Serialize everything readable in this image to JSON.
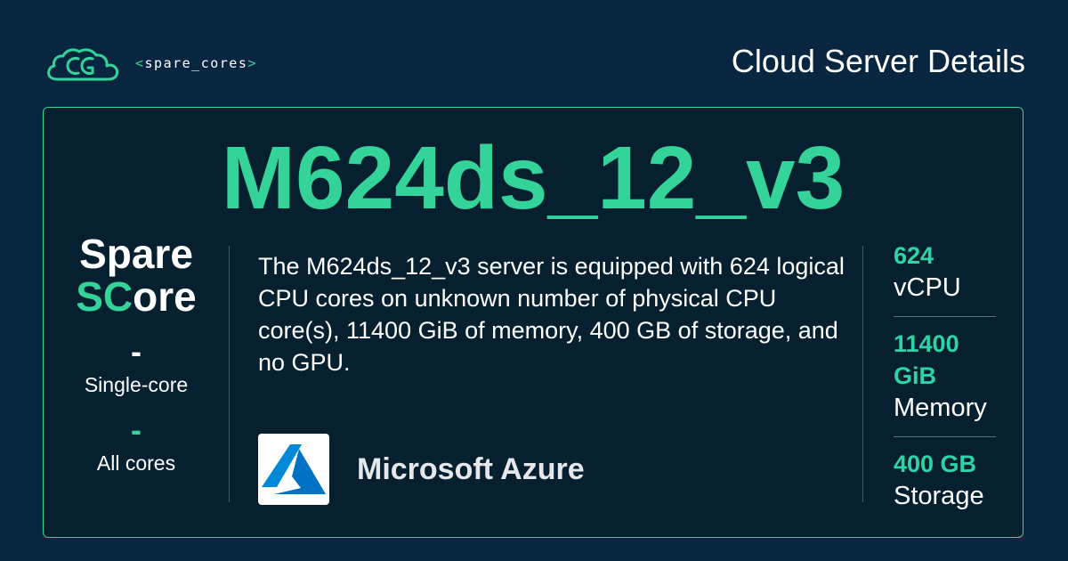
{
  "header": {
    "brand_prefix": "<",
    "brand_name": "spare_cores",
    "brand_suffix": ">",
    "page_label": "Cloud Server Details"
  },
  "server": {
    "name": "M624ds_12_v3",
    "description": "The M624ds_12_v3 server is equipped with 624 logical CPU cores on unknown number of physical CPU core(s), 11400 GiB of memory, 400 GB of storage, and no GPU."
  },
  "score": {
    "title_line1": "Spare",
    "title_line2_accent": "SC",
    "title_line2_rest": "ore",
    "single_core_value": "-",
    "single_core_label": "Single-core",
    "all_cores_value": "-",
    "all_cores_label": "All cores"
  },
  "provider": {
    "name": "Microsoft Azure",
    "logo_icon": "azure-logo-icon"
  },
  "specs": [
    {
      "value": "624",
      "label": "vCPU"
    },
    {
      "value": "11400 GiB",
      "label": "Memory"
    },
    {
      "value": "400 GB",
      "label": "Storage"
    }
  ],
  "colors": {
    "background": "#092640",
    "card": "#06202f",
    "accent": "#34d399",
    "azure_blue": "#0089d6"
  }
}
